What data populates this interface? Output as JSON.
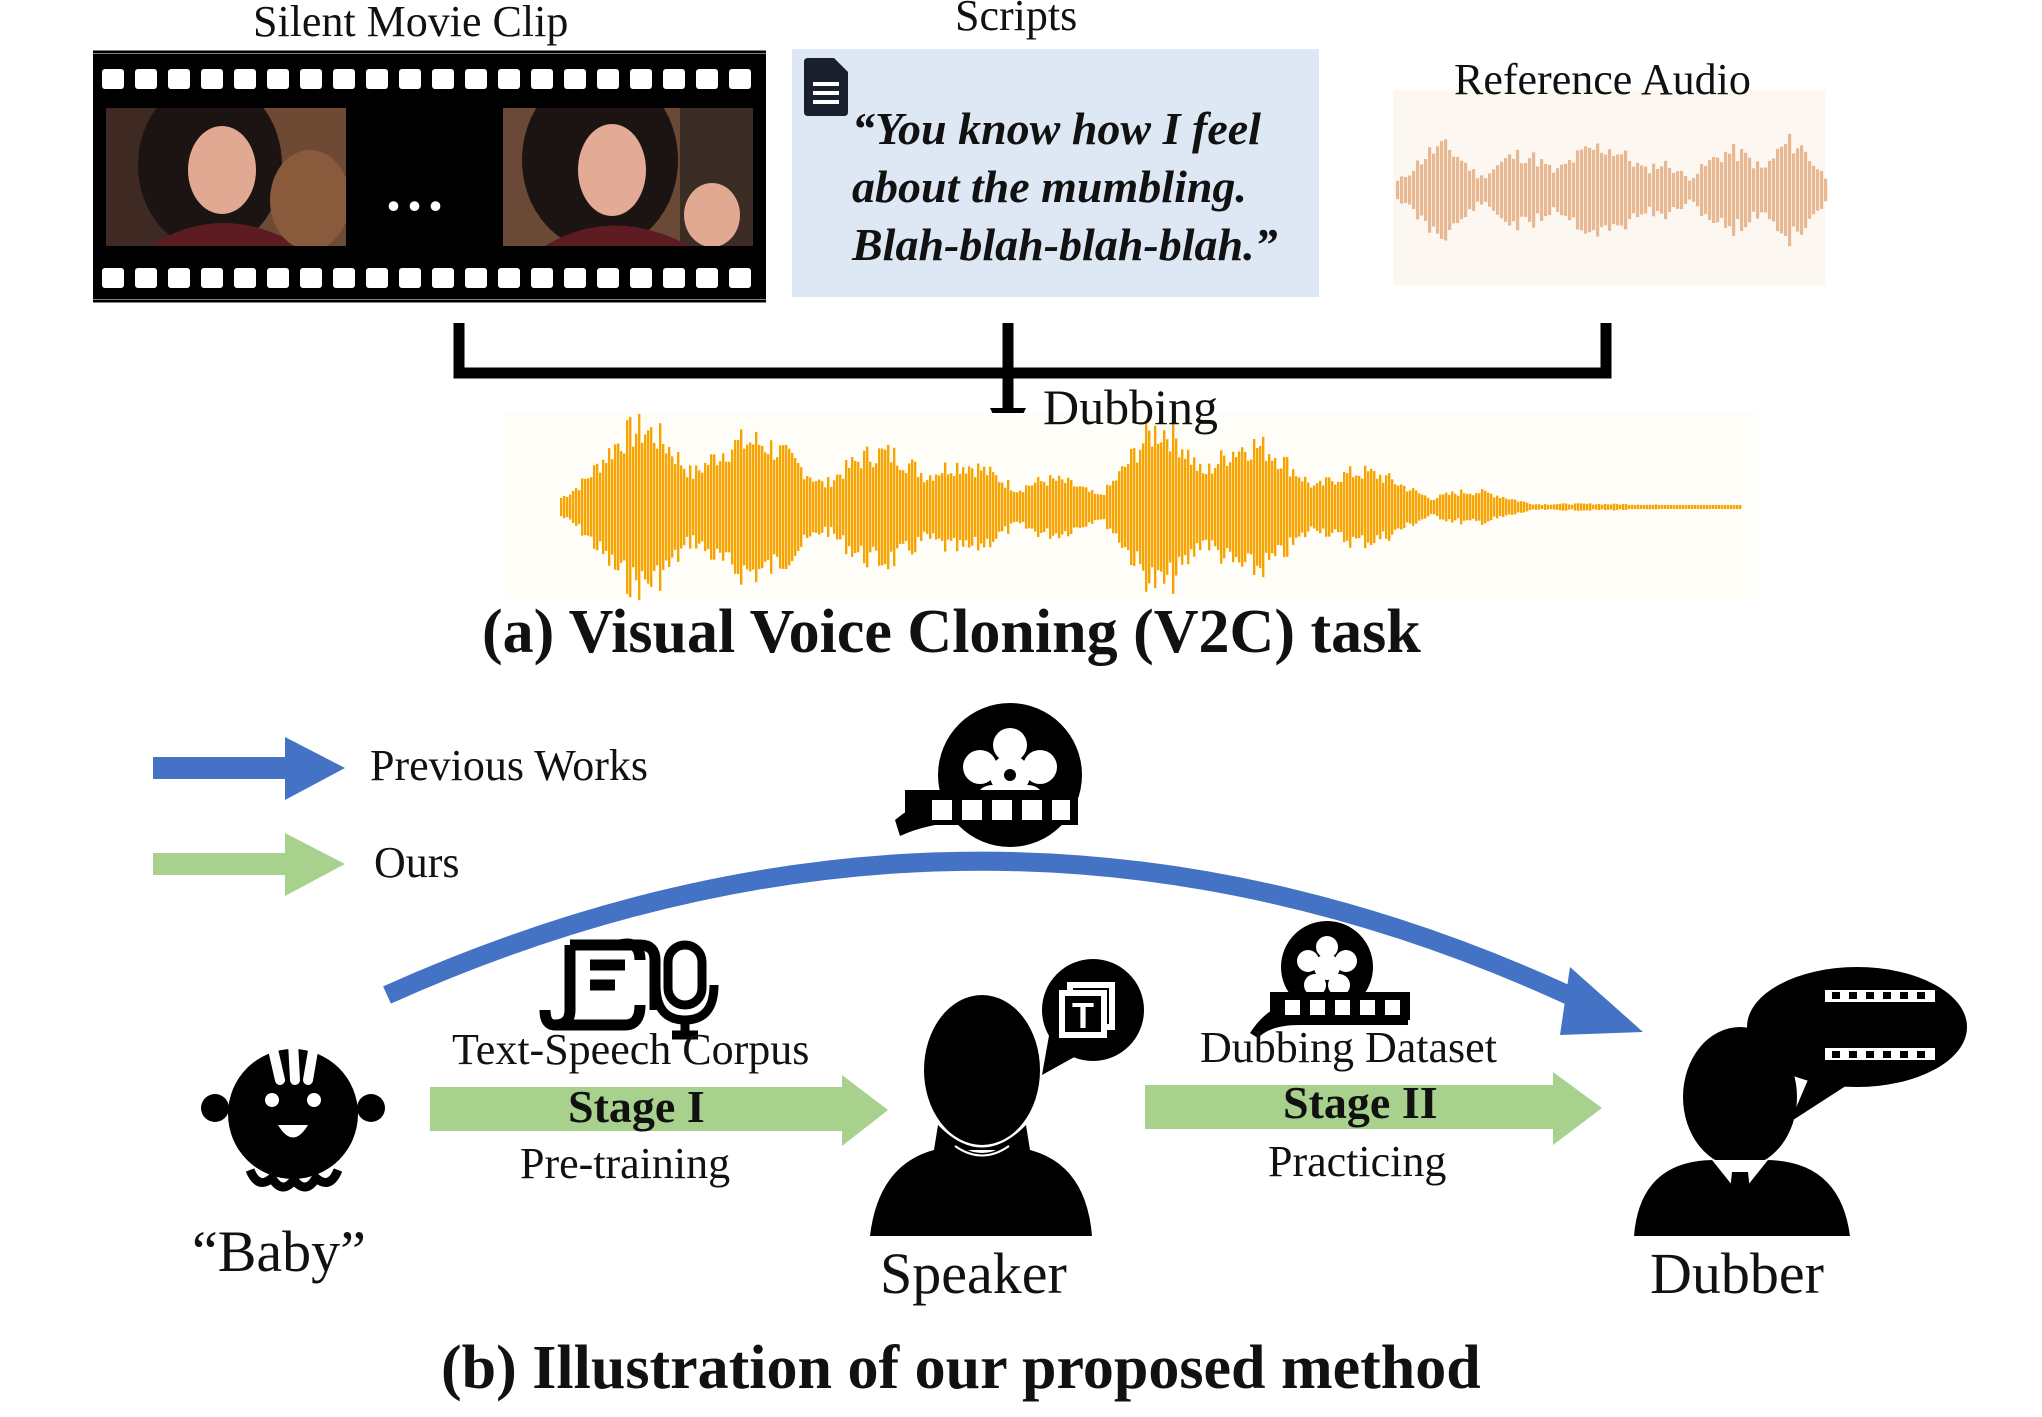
{
  "panel_a": {
    "movie_label": "Silent Movie Clip",
    "ellipsis": "...",
    "scripts_label": "Scripts",
    "script_text": "“You know how I feel\nabout the mumbling.\nBlah-blah-blah-blah.”",
    "reference_label": "Reference Audio",
    "dubbing_label": "Dubbing",
    "caption": "(a) Visual Voice Cloning (V2C) task",
    "colors": {
      "script_box": "#dde8f4",
      "reference_wave": "#e8b892",
      "dubbed_wave": "#f7a400"
    }
  },
  "panel_b": {
    "legend": [
      {
        "label": "Previous Works",
        "color": "#4472c4"
      },
      {
        "label": "Ours",
        "color": "#a9d18e"
      }
    ],
    "corpus_label": "Text-Speech Corpus",
    "stage1_label": "Stage I",
    "stage1_sub": "Pre-training",
    "dataset_label": "Dubbing Dataset",
    "stage2_label": "Stage II",
    "stage2_sub": "Practicing",
    "baby_label": "“Baby”",
    "speaker_label": "Speaker",
    "dubber_label": "Dubber",
    "caption": "(b) Illustration of our proposed method",
    "icons": [
      "film-reel-icon",
      "script-scroll-icon",
      "microphone-icon",
      "text-bubble-icon",
      "film-bubble-icon",
      "baby-icon",
      "speaker-icon",
      "dubber-icon"
    ]
  }
}
